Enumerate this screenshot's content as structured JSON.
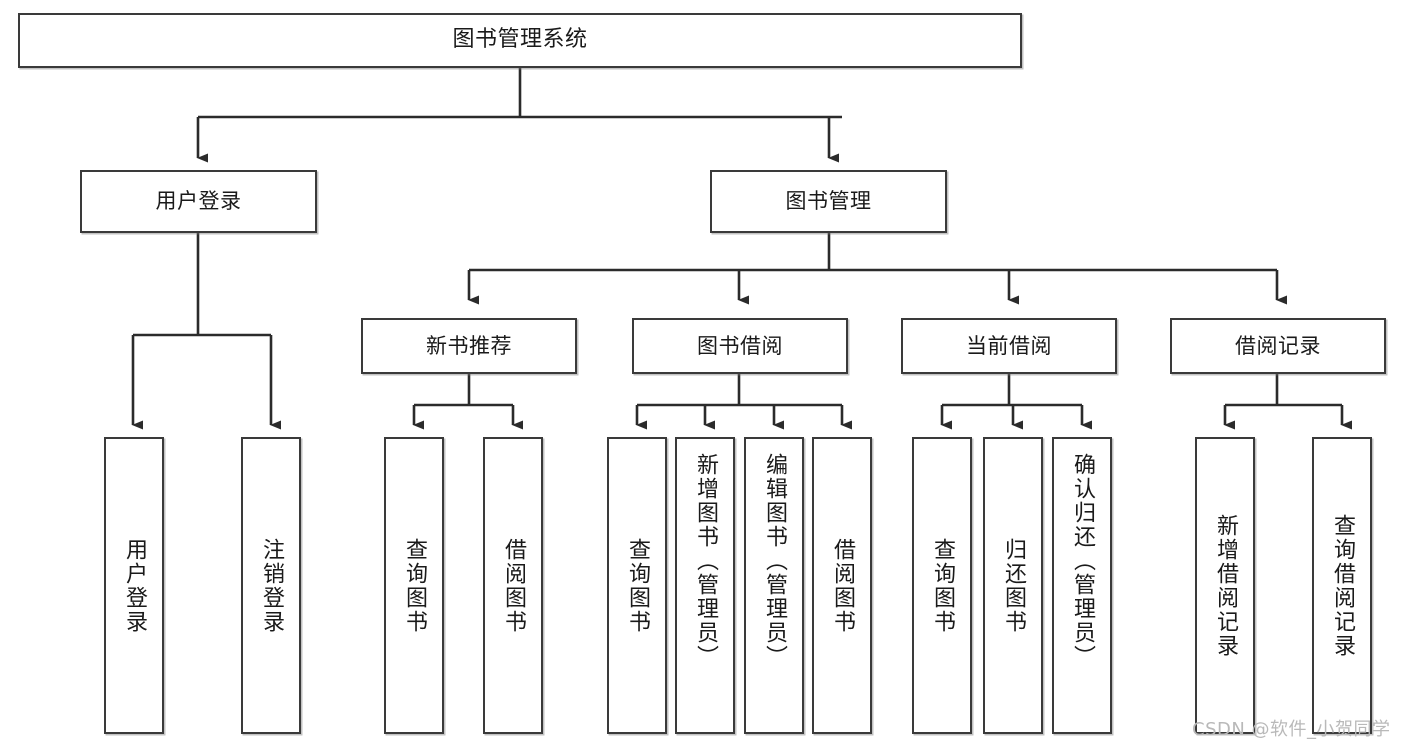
{
  "diagram": {
    "title": "图书管理系统",
    "type": "tree-hierarchy",
    "watermark": "CSDN @软件_小贺同学",
    "colors": {
      "stroke": "#3a3a3a",
      "fill": "#ffffff",
      "text": "#1a1a1a",
      "watermark": "#b9b9b9"
    },
    "nodes": {
      "root": {
        "label": "图书管理系统"
      },
      "level1": [
        {
          "label": "用户登录"
        },
        {
          "label": "图书管理"
        }
      ],
      "level2": [
        {
          "label": "新书推荐"
        },
        {
          "label": "图书借阅"
        },
        {
          "label": "当前借阅"
        },
        {
          "label": "借阅记录"
        }
      ],
      "leaves": {
        "user_login": [
          {
            "label": "用户登录"
          },
          {
            "label": "注销登录"
          }
        ],
        "new_book_recommend": [
          {
            "label": "查询图书"
          },
          {
            "label": "借阅图书"
          }
        ],
        "book_borrow": [
          {
            "label": "查询图书"
          },
          {
            "label": "新增图书（管理员）"
          },
          {
            "label": "编辑图书（管理员）"
          },
          {
            "label": "借阅图书"
          }
        ],
        "current_borrow": [
          {
            "label": "查询图书"
          },
          {
            "label": "归还图书"
          },
          {
            "label": "确认归还（管理员）"
          }
        ],
        "borrow_record": [
          {
            "label": "新增借阅记录"
          },
          {
            "label": "查询借阅记录"
          }
        ]
      }
    }
  }
}
